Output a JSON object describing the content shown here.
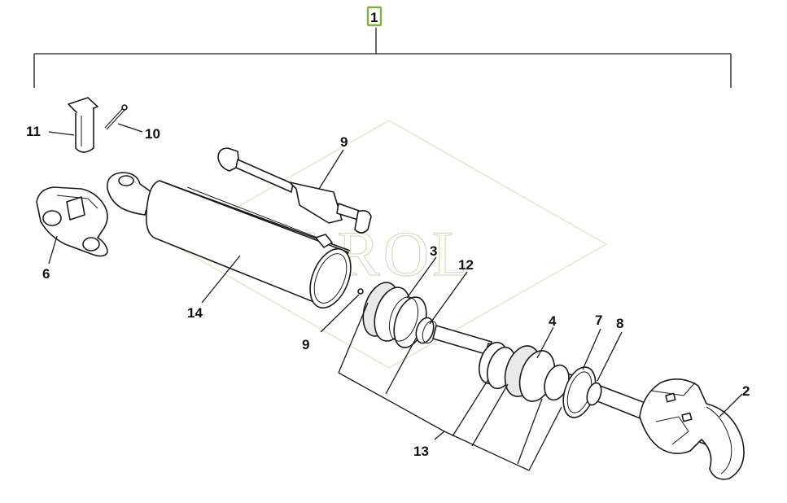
{
  "diagram": {
    "main_callout": "1",
    "main_callout_color": "#7fb241",
    "watermark": "JAROL",
    "watermark_color": "#d6dcc0",
    "callouts": {
      "c11": "11",
      "c10": "10",
      "c9_top": "9",
      "c6": "6",
      "c14": "14",
      "c3": "3",
      "c12": "12",
      "c9_mid": "9",
      "c4": "4",
      "c7": "7",
      "c8": "8",
      "c2": "2",
      "c13": "13"
    }
  }
}
